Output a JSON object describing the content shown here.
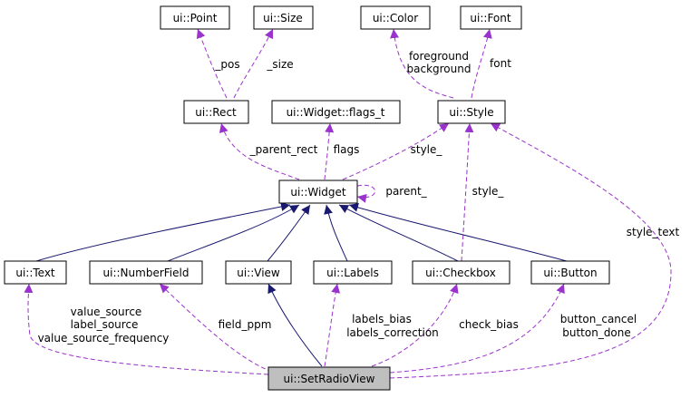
{
  "colors": {
    "inheritance": "#191970",
    "usage": "#9a32cd",
    "focus_fill": "#bfbfbf"
  },
  "nodes": {
    "point": "ui::Point",
    "size": "ui::Size",
    "color": "ui::Color",
    "font": "ui::Font",
    "rect": "ui::Rect",
    "flags_t": "ui::Widget::flags_t",
    "style": "ui::Style",
    "widget": "ui::Widget",
    "text": "ui::Text",
    "numberfield": "ui::NumberField",
    "view": "ui::View",
    "labels": "ui::Labels",
    "checkbox": "ui::Checkbox",
    "button": "ui::Button",
    "setradioview": "ui::SetRadioView"
  },
  "edge_labels": {
    "pos": "_pos",
    "size": "_size",
    "foreground": "foreground",
    "background": "background",
    "font": "font",
    "parent_rect": "_parent_rect",
    "flags": "flags",
    "style": "style_",
    "parent": "parent_",
    "checkbox_style": "style_",
    "style_text": "style_text",
    "value_source": "value_source",
    "label_source": "label_source",
    "value_source_frequency": "value_source_frequency",
    "field_ppm": "field_ppm",
    "labels_bias": "labels_bias",
    "labels_correction": "labels_correction",
    "check_bias": "check_bias",
    "button_cancel": "button_cancel",
    "button_done": "button_done"
  }
}
